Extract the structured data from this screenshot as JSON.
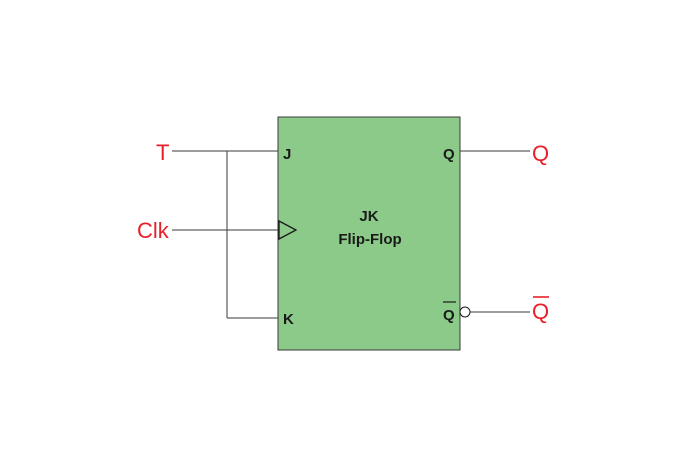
{
  "diagram": {
    "block": {
      "title_line1": "JK",
      "title_line2": "Flip-Flop",
      "fill": "#8bca88",
      "stroke": "#3a3a3a"
    },
    "pins": {
      "j": "J",
      "k": "K",
      "q": "Q",
      "q_bar": "Q"
    },
    "inputs": {
      "t": "T",
      "clk": "Clk"
    },
    "outputs": {
      "q": "Q",
      "q_bar": "Q"
    },
    "colors": {
      "external_label": "#e8202a",
      "wire": "#3a3a3a"
    }
  }
}
